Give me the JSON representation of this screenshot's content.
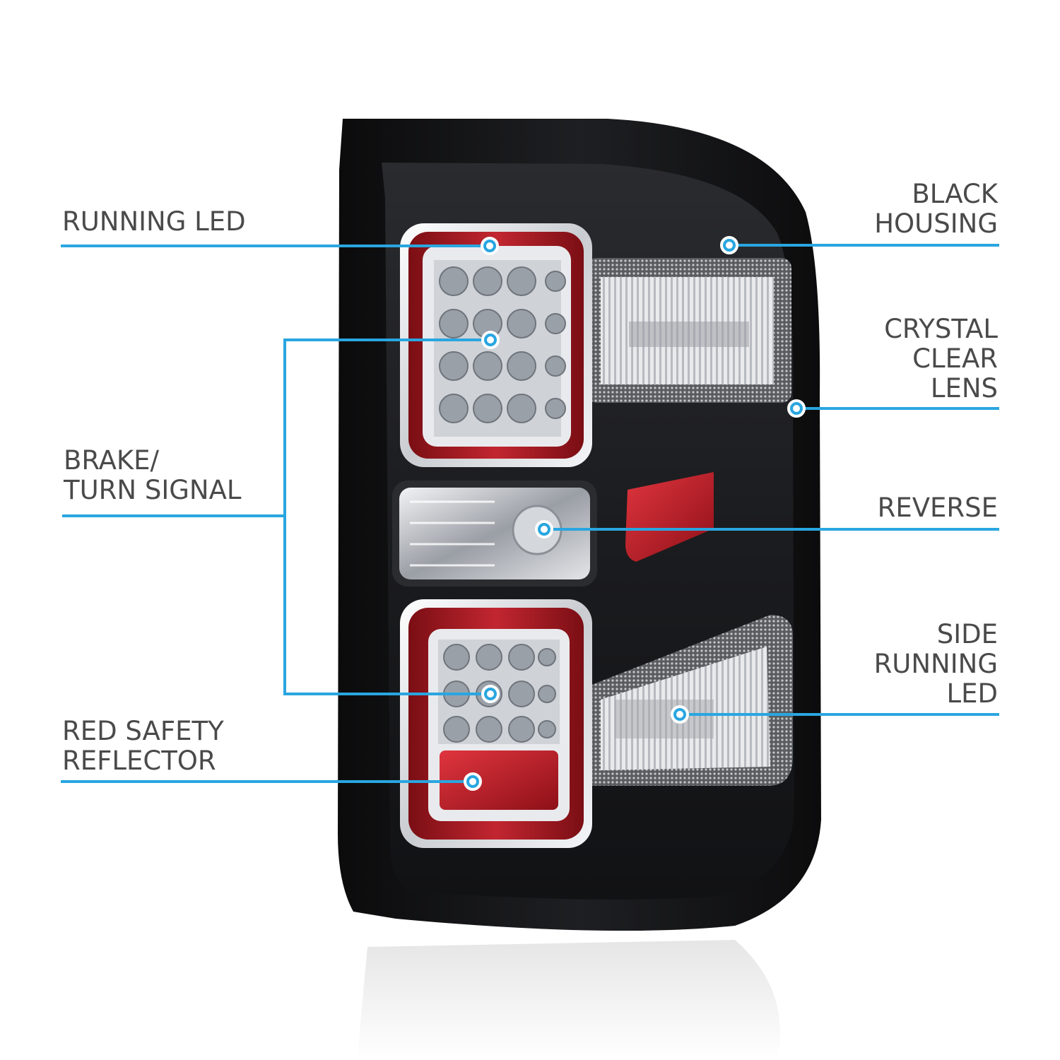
{
  "colors": {
    "leader_line": "#29a6e0",
    "label_text": "#4a4a4a",
    "housing": "#141416",
    "bezel_red": "#b01c24",
    "reflector_red": "#c8202a",
    "chrome": "#dfe2e6"
  },
  "callouts": {
    "running_led": {
      "lines": [
        "RUNNING LED"
      ]
    },
    "brake_turn": {
      "lines": [
        "BRAKE/",
        "TURN SIGNAL"
      ]
    },
    "red_reflector": {
      "lines": [
        "RED SAFETY",
        "REFLECTOR"
      ]
    },
    "black_housing": {
      "lines": [
        "BLACK",
        "HOUSING"
      ]
    },
    "crystal_lens": {
      "lines": [
        "CRYSTAL",
        "CLEAR",
        "LENS"
      ]
    },
    "reverse": {
      "lines": [
        "REVERSE"
      ]
    },
    "side_running": {
      "lines": [
        "SIDE",
        "RUNNING",
        "LED"
      ]
    }
  }
}
